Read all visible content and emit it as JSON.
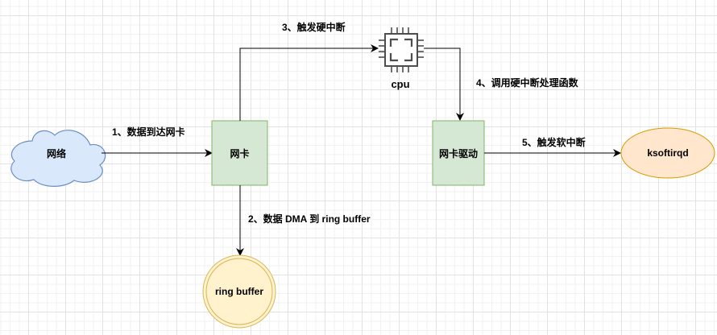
{
  "nodes": {
    "network": "网络",
    "nic": "网卡",
    "cpu": "cpu",
    "nic_driver": "网卡驱动",
    "ksoftirqd": "ksoftirqd",
    "ring_buffer": "ring buffer"
  },
  "edges": {
    "step1": "1、数据到达网卡",
    "step2": "2、数据 DMA 到 ring buffer",
    "step3": "3、触发硬中断",
    "step4": "4、调用硬中断处理函数",
    "step5": "5、触发软中断"
  },
  "colors": {
    "cloud_fill": "#dae8fc",
    "cloud_stroke": "#6c8ebf",
    "box_fill": "#d5e8d4",
    "box_stroke": "#82b366",
    "ellipse_fill": "#ffe6cc",
    "ellipse_stroke": "#d79b00",
    "circle_fill": "#fff2cc",
    "circle_stroke": "#d6b656",
    "edge": "#000000"
  }
}
